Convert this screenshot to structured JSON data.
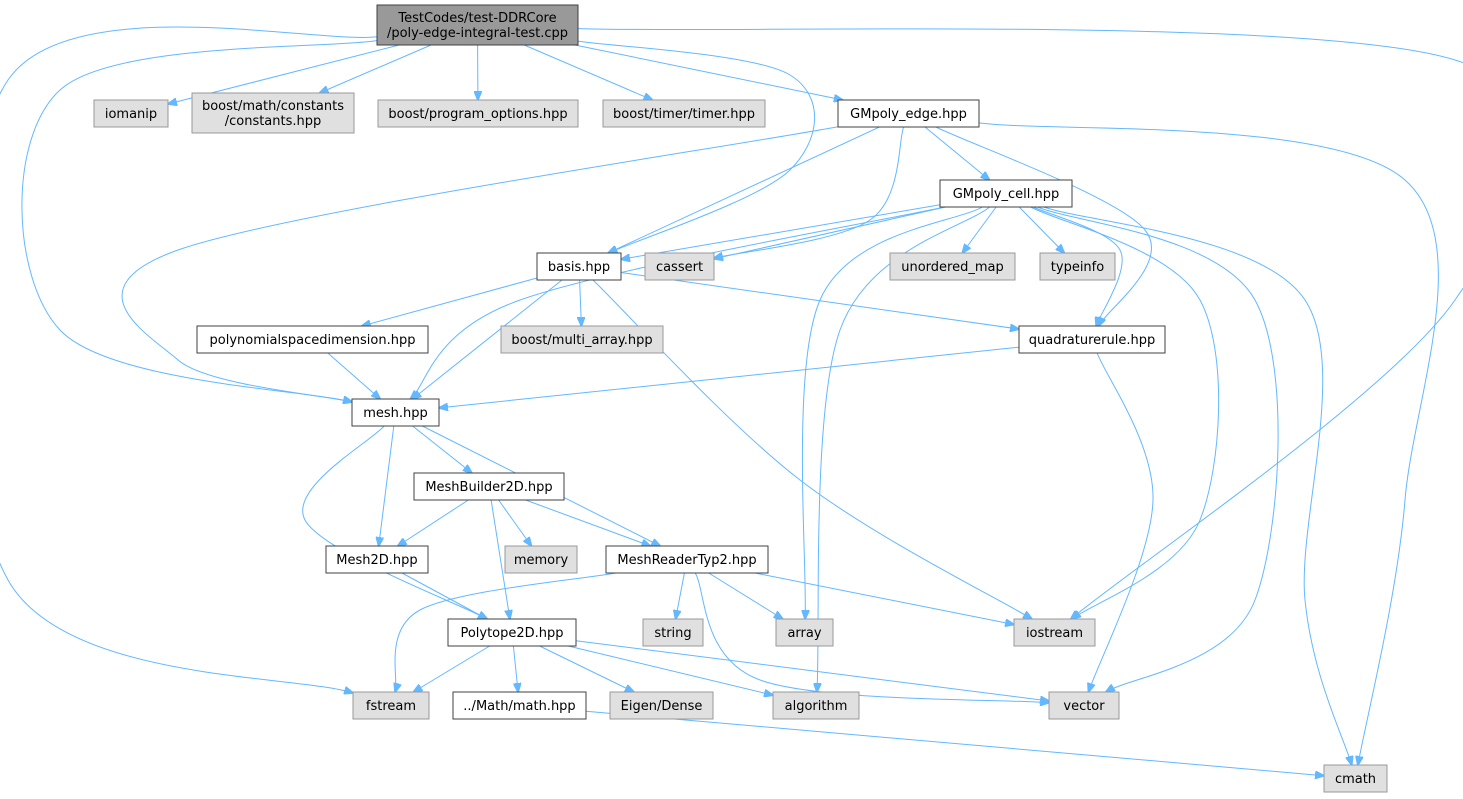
{
  "colors": {
    "edge": "#63B8FF",
    "root_fill": "#999999",
    "internal_fill": "#FFFFFF",
    "external_fill": "#E0E0E0",
    "internal_stroke": "#404040",
    "external_stroke": "#999999"
  },
  "nodes": [
    {
      "id": "root",
      "lines": [
        "TestCodes/test-DDRCore",
        "/poly-edge-integral-test.cpp"
      ],
      "kind": "root"
    },
    {
      "id": "iomanip",
      "lines": [
        "iomanip"
      ],
      "kind": "external"
    },
    {
      "id": "constants",
      "lines": [
        "boost/math/constants",
        "/constants.hpp"
      ],
      "kind": "external"
    },
    {
      "id": "program_options",
      "lines": [
        "boost/program_options.hpp"
      ],
      "kind": "external"
    },
    {
      "id": "timer",
      "lines": [
        "boost/timer/timer.hpp"
      ],
      "kind": "external"
    },
    {
      "id": "gmpoly_edge",
      "lines": [
        "GMpoly_edge.hpp"
      ],
      "kind": "internal"
    },
    {
      "id": "gmpoly_cell",
      "lines": [
        "GMpoly_cell.hpp"
      ],
      "kind": "internal"
    },
    {
      "id": "basis",
      "lines": [
        "basis.hpp"
      ],
      "kind": "internal"
    },
    {
      "id": "cassert",
      "lines": [
        "cassert"
      ],
      "kind": "external"
    },
    {
      "id": "unordered_map",
      "lines": [
        "unordered_map"
      ],
      "kind": "external"
    },
    {
      "id": "typeinfo",
      "lines": [
        "typeinfo"
      ],
      "kind": "external"
    },
    {
      "id": "polyspacedim",
      "lines": [
        "polynomialspacedimension.hpp"
      ],
      "kind": "internal"
    },
    {
      "id": "multi_array",
      "lines": [
        "boost/multi_array.hpp"
      ],
      "kind": "external"
    },
    {
      "id": "quadrature",
      "lines": [
        "quadraturerule.hpp"
      ],
      "kind": "internal"
    },
    {
      "id": "mesh",
      "lines": [
        "mesh.hpp"
      ],
      "kind": "internal"
    },
    {
      "id": "meshbuilder",
      "lines": [
        "MeshBuilder2D.hpp"
      ],
      "kind": "internal"
    },
    {
      "id": "mesh2d",
      "lines": [
        "Mesh2D.hpp"
      ],
      "kind": "internal"
    },
    {
      "id": "memory",
      "lines": [
        "memory"
      ],
      "kind": "external"
    },
    {
      "id": "meshreader",
      "lines": [
        "MeshReaderTyp2.hpp"
      ],
      "kind": "internal"
    },
    {
      "id": "string",
      "lines": [
        "string"
      ],
      "kind": "external"
    },
    {
      "id": "array",
      "lines": [
        "array"
      ],
      "kind": "external"
    },
    {
      "id": "iostream",
      "lines": [
        "iostream"
      ],
      "kind": "external"
    },
    {
      "id": "polytope",
      "lines": [
        "Polytope2D.hpp"
      ],
      "kind": "internal"
    },
    {
      "id": "fstream",
      "lines": [
        "fstream"
      ],
      "kind": "external"
    },
    {
      "id": "mathhpp",
      "lines": [
        "../Math/math.hpp"
      ],
      "kind": "internal"
    },
    {
      "id": "eigen",
      "lines": [
        "Eigen/Dense"
      ],
      "kind": "external"
    },
    {
      "id": "algorithm",
      "lines": [
        "algorithm"
      ],
      "kind": "external"
    },
    {
      "id": "vector",
      "lines": [
        "vector"
      ],
      "kind": "external"
    },
    {
      "id": "cmath",
      "lines": [
        "cmath"
      ],
      "kind": "external"
    }
  ],
  "edges": [
    [
      "root",
      "iomanip"
    ],
    [
      "root",
      "constants"
    ],
    [
      "root",
      "program_options"
    ],
    [
      "root",
      "timer"
    ],
    [
      "root",
      "gmpoly_edge"
    ],
    [
      "root",
      "basis"
    ],
    [
      "root",
      "mesh"
    ],
    [
      "root",
      "fstream"
    ],
    [
      "root",
      "iostream"
    ],
    [
      "gmpoly_edge",
      "gmpoly_cell"
    ],
    [
      "gmpoly_edge",
      "basis"
    ],
    [
      "gmpoly_edge",
      "cassert"
    ],
    [
      "gmpoly_edge",
      "quadrature"
    ],
    [
      "gmpoly_edge",
      "mesh"
    ],
    [
      "gmpoly_edge",
      "cmath"
    ],
    [
      "gmpoly_cell",
      "basis"
    ],
    [
      "gmpoly_cell",
      "cassert"
    ],
    [
      "gmpoly_cell",
      "unordered_map"
    ],
    [
      "gmpoly_cell",
      "typeinfo"
    ],
    [
      "gmpoly_cell",
      "quadrature"
    ],
    [
      "gmpoly_cell",
      "mesh"
    ],
    [
      "gmpoly_cell",
      "array"
    ],
    [
      "gmpoly_cell",
      "algorithm"
    ],
    [
      "gmpoly_cell",
      "iostream"
    ],
    [
      "gmpoly_cell",
      "vector"
    ],
    [
      "gmpoly_cell",
      "cmath"
    ],
    [
      "basis",
      "polyspacedim"
    ],
    [
      "basis",
      "multi_array"
    ],
    [
      "basis",
      "quadrature"
    ],
    [
      "basis",
      "mesh"
    ],
    [
      "basis",
      "iostream"
    ],
    [
      "polyspacedim",
      "mesh"
    ],
    [
      "quadrature",
      "mesh"
    ],
    [
      "quadrature",
      "vector"
    ],
    [
      "mesh",
      "meshbuilder"
    ],
    [
      "mesh",
      "mesh2d"
    ],
    [
      "mesh",
      "meshreader"
    ],
    [
      "mesh",
      "polytope"
    ],
    [
      "meshbuilder",
      "mesh2d"
    ],
    [
      "meshbuilder",
      "memory"
    ],
    [
      "meshbuilder",
      "meshreader"
    ],
    [
      "meshbuilder",
      "polytope"
    ],
    [
      "mesh2d",
      "polytope"
    ],
    [
      "meshreader",
      "string"
    ],
    [
      "meshreader",
      "array"
    ],
    [
      "meshreader",
      "iostream"
    ],
    [
      "meshreader",
      "vector"
    ],
    [
      "meshreader",
      "fstream"
    ],
    [
      "polytope",
      "fstream"
    ],
    [
      "polytope",
      "mathhpp"
    ],
    [
      "polytope",
      "eigen"
    ],
    [
      "polytope",
      "algorithm"
    ],
    [
      "polytope",
      "vector"
    ],
    [
      "mathhpp",
      "cmath"
    ]
  ]
}
